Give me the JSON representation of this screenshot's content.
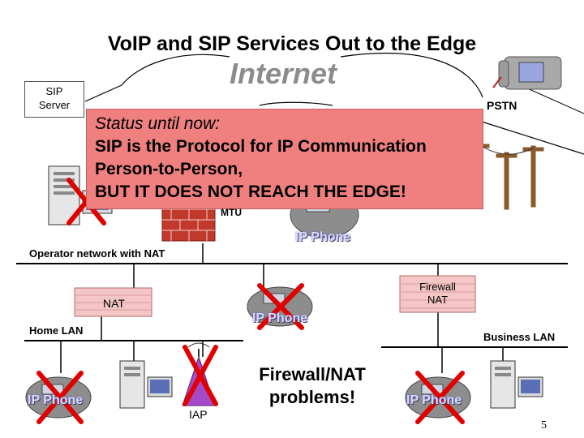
{
  "title": "VoIP and SIP Services Out to the Edge",
  "internet_label": "Internet",
  "sip_server_label": "SIP\nServer",
  "pstn_label": "PSTN",
  "status_box": {
    "heading": "Status until now:",
    "line1": "SIP is the Protocol for IP Communication",
    "line2": "Person-to-Person,",
    "line3": "BUT IT DOES NOT REACH THE EDGE!"
  },
  "mtu_label": "MTU",
  "ip_phone_label": "IP Phone",
  "operator_network_label": "Operator network with NAT",
  "nat_label": "NAT",
  "firewall_nat_label": "Firewall\nNAT",
  "home_lan_label": "Home LAN",
  "business_lan_label": "Business LAN",
  "iap_label": "IAP",
  "firewall_problems": "Firewall/NAT\nproblems!",
  "page_number": "5",
  "colors": {
    "status_bg": "#f08080",
    "cross": "#e00000",
    "internet_text": "#8c8c8c",
    "brick": "#c0392b"
  }
}
